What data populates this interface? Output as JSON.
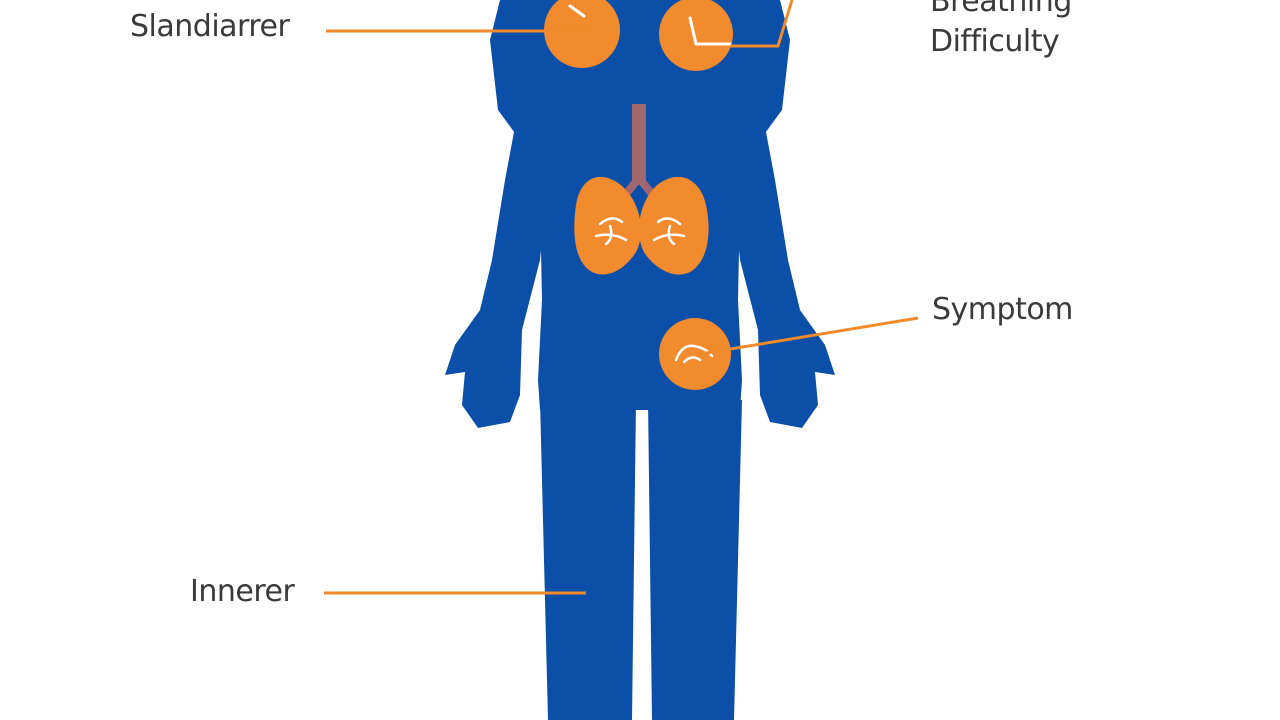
{
  "labels": {
    "slandiarrer": "Slandiarrer",
    "breathing_line1": "Breathing",
    "breathing_line2": "Difficulty",
    "symptom": "Symptom",
    "innerer": "Innerer"
  },
  "colors": {
    "body": "#0b4fa8",
    "organ": "#f28a2e",
    "callout_line": "#f08a2a",
    "trachea": "#a0686e",
    "label_text": "#3a3a3a",
    "background": "#ffffff"
  }
}
